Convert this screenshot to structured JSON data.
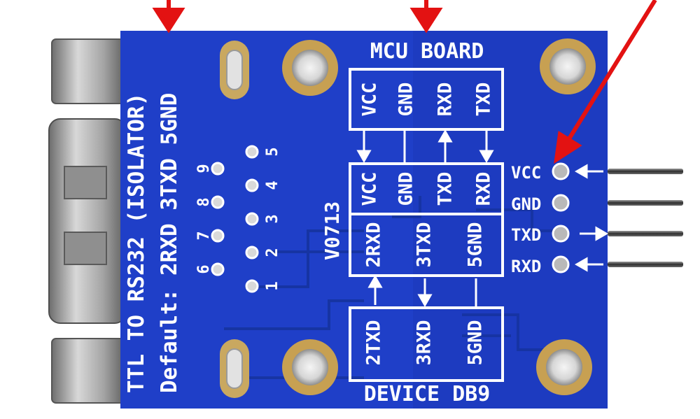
{
  "board": {
    "side_line1": "TTL TO RS232 (ISOLATOR)",
    "side_line2": "Default: 2RXD 3TXD 5GND",
    "model": "V0713",
    "mcu_title": "MCU BOARD",
    "device_title": "DEVICE DB9",
    "mcu_signals": [
      "VCC",
      "GND",
      "RXD",
      "TXD"
    ],
    "chip_top": [
      "VCC",
      "GND",
      "TXD",
      "RXD"
    ],
    "chip_bottom": [
      "2RXD",
      "3TXD",
      "5GND"
    ],
    "device_signals": [
      "2TXD",
      "3RXD",
      "5GND"
    ],
    "pin_numbers_left": [
      "9",
      "8",
      "7",
      "6"
    ],
    "pin_numbers_right": [
      "5",
      "4",
      "3",
      "2",
      "1"
    ],
    "header_pins": [
      "VCC",
      "GND",
      "TXD",
      "RXD"
    ]
  },
  "colors": {
    "pcb": "#1f3fc8",
    "pcb_dark": "#1833a8",
    "silkscreen": "#ffffff",
    "arrow": "#e31212",
    "gold": "#c7a052",
    "metal": "#9a9a9a"
  }
}
